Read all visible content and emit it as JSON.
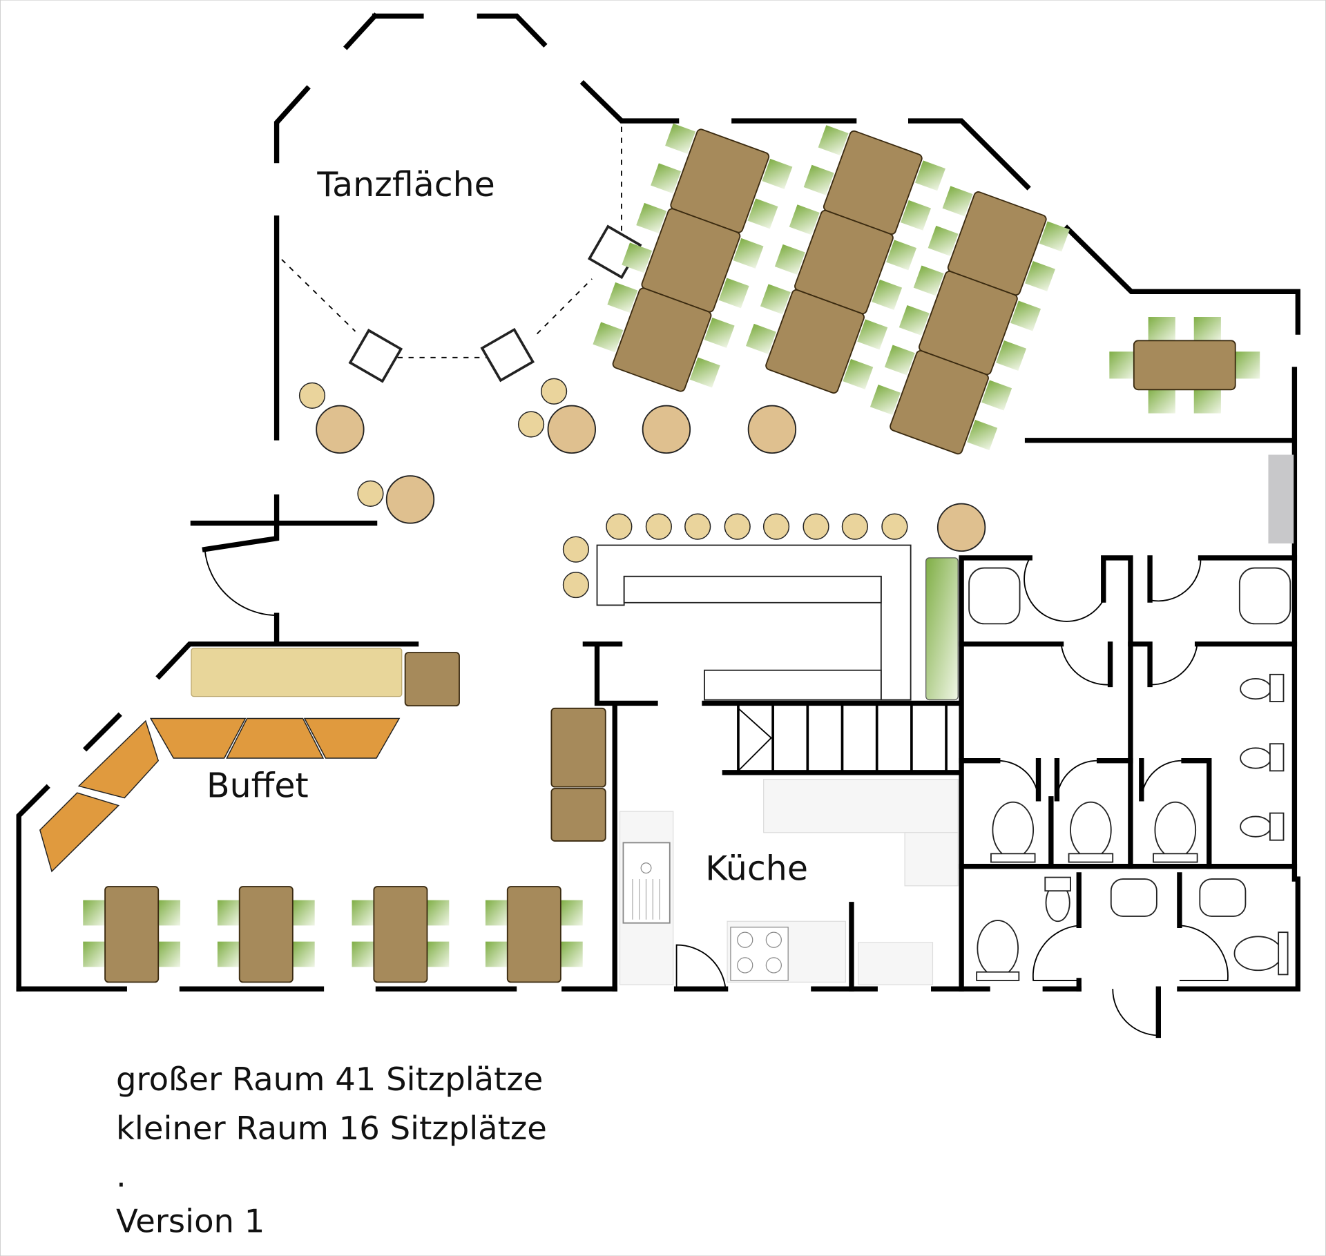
{
  "labels": {
    "dance_floor": "Tanzfläche",
    "buffet": "Buffet",
    "kitchen": "Küche"
  },
  "notes": [
    "großer Raum 41 Sitzplätze",
    "kleiner Raum 16 Sitzplätze",
    ".",
    "Version 1"
  ],
  "colors": {
    "table": "#a68a5b",
    "chair": "#8fb85a",
    "round_table": "#dfc08f",
    "buffet_counter": "#e8d69a",
    "buffet_tables": "#e09a3e"
  }
}
